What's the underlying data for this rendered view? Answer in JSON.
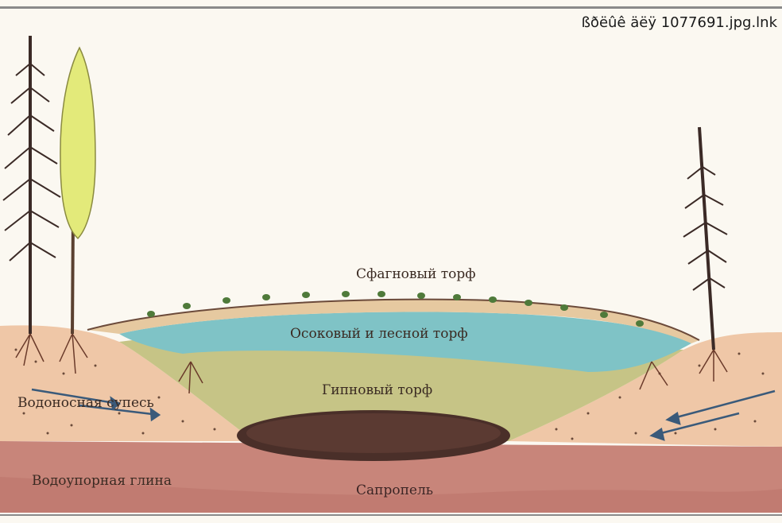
{
  "header": {
    "filename_label": "ßðëûê äëÿ 1077691.jpg.lnk"
  },
  "diagram": {
    "labels": {
      "sphagnum_peat": "Сфагновый торф",
      "sedge_forest_peat": "Осоковый и лесной торф",
      "hypnum_peat": "Гипновый торф",
      "aquifer_sandy_loam": "Водоносная супесь",
      "aquitard_clay": "Водоупорная глина",
      "sapropel": "Сапропель"
    },
    "colors": {
      "sky": "#fbf8f1",
      "sphagnum": "#e6c9a0",
      "sedge": "#7fc3c6",
      "hypnum": "#c6c486",
      "sapropel": "#4a2f29",
      "sand": "#efc7a7",
      "clay": "#c8857a",
      "trees": "#3b2a26",
      "birch": "#e3ea7a"
    }
  }
}
